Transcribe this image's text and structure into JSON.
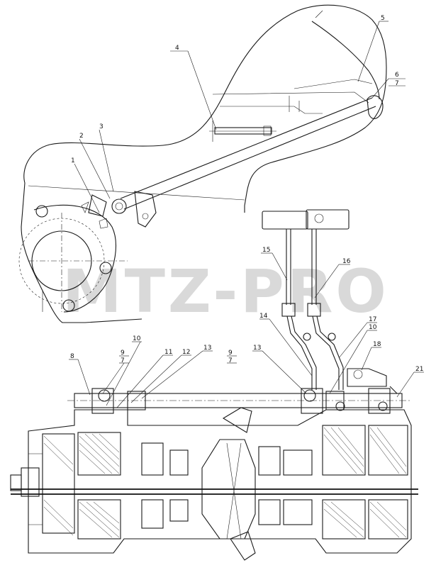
{
  "watermark": "MTZ-PRO",
  "callouts": [
    {
      "id": "c1",
      "text": "1"
    },
    {
      "id": "c2",
      "text": "2"
    },
    {
      "id": "c3",
      "text": "3"
    },
    {
      "id": "c4",
      "text": "4"
    },
    {
      "id": "c5",
      "text": "5"
    },
    {
      "id": "c6",
      "text": "6"
    },
    {
      "id": "c7a",
      "text": "7"
    },
    {
      "id": "c8",
      "text": "8"
    },
    {
      "id": "c9a",
      "text": "9"
    },
    {
      "id": "c7b",
      "text": "7"
    },
    {
      "id": "c10a",
      "text": "10"
    },
    {
      "id": "c11",
      "text": "11"
    },
    {
      "id": "c12",
      "text": "12"
    },
    {
      "id": "c13a",
      "text": "13"
    },
    {
      "id": "c9b",
      "text": "9"
    },
    {
      "id": "c7c",
      "text": "7"
    },
    {
      "id": "c13b",
      "text": "13"
    },
    {
      "id": "c14",
      "text": "14"
    },
    {
      "id": "c15",
      "text": "15"
    },
    {
      "id": "c16",
      "text": "16"
    },
    {
      "id": "c17",
      "text": "17"
    },
    {
      "id": "c10b",
      "text": "10"
    },
    {
      "id": "c18",
      "text": "18"
    },
    {
      "id": "c21",
      "text": "21"
    }
  ]
}
